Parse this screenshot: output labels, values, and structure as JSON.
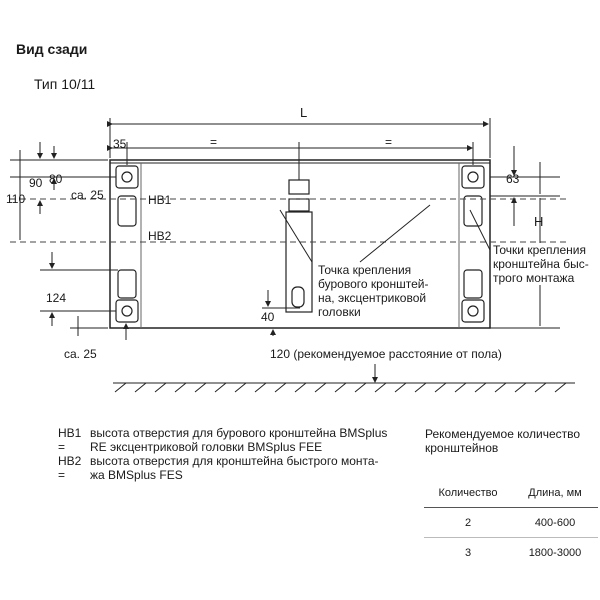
{
  "header": {
    "title": "Вид сзади",
    "subtitle": "Тип 10/11"
  },
  "dimensions": {
    "L": "L",
    "d35": "35",
    "eq1": "=",
    "eq2": "=",
    "d90": "90",
    "d80": "80",
    "d110": "110",
    "ca25_top": "ca. 25",
    "hb1": "HB1",
    "hb2": "HB2",
    "d63": "63",
    "H": "H",
    "d124": "124",
    "ca25_bottom": "ca. 25",
    "d40": "40",
    "floor_note": "120 (рекомендуемое расстояние от пола)"
  },
  "callouts": {
    "drill_bracket": [
      "Точка крепления",
      "бурового кронштей-",
      "на, эксцентриковой",
      "головки"
    ],
    "quick_bracket": [
      "Точки крепления",
      "кронштейна быс-",
      "трого монтажа"
    ]
  },
  "legend": {
    "hb1_key": "HB1 =",
    "hb1_lines": [
      "высота отверстия для бурового кронштейна BMSplus",
      "RE эксцентриковой головки BMSplus FEE"
    ],
    "hb2_key": "HB2 =",
    "hb2_lines": [
      "высота отверстия для кронштейна быстрого монта-",
      "жа BMSplus FES"
    ]
  },
  "recommendation": {
    "title_lines": [
      "Рекомендуемое количество",
      "кронштейнов"
    ],
    "columns": [
      "Количество",
      "Длина, мм"
    ],
    "rows": [
      [
        "2",
        "400-600"
      ],
      [
        "3",
        "1800-3000"
      ]
    ]
  }
}
